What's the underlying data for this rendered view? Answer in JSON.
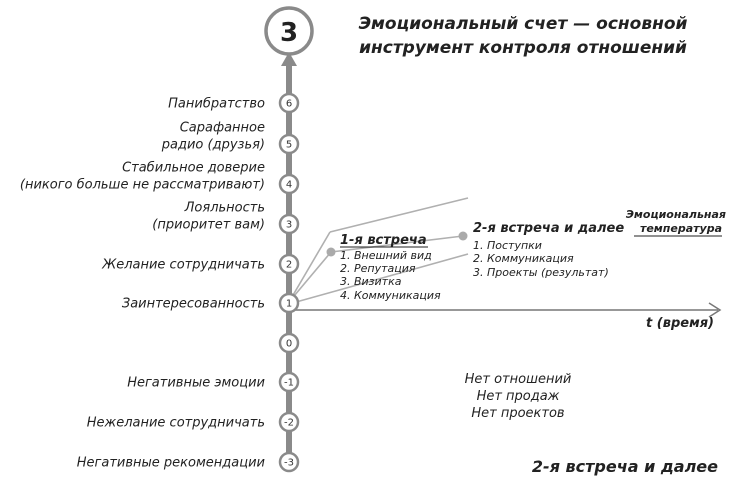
{
  "chapter_number": "3",
  "title": {
    "line1": "Эмоциональный счет — основной",
    "line2": "инструмент контроля отношений"
  },
  "scale": [
    {
      "value": "6",
      "label": [
        "Панибратство"
      ]
    },
    {
      "value": "5",
      "label": [
        "Сарафанное",
        "радио (друзья)"
      ]
    },
    {
      "value": "4",
      "label": [
        "Стабильное доверие",
        "(никого больше не рассматривают)"
      ]
    },
    {
      "value": "3",
      "label": [
        "Лояльность",
        "(приоритет вам)"
      ]
    },
    {
      "value": "2",
      "label": [
        "Желание сотрудничать"
      ]
    },
    {
      "value": "1",
      "label": [
        "Заинтересованность"
      ]
    },
    {
      "value": "0",
      "label": []
    },
    {
      "value": "-1",
      "label": [
        "Негативные эмоции"
      ]
    },
    {
      "value": "-2",
      "label": [
        "Нежелание сотрудничать"
      ]
    },
    {
      "value": "-3",
      "label": [
        "Негативные рекомендации"
      ]
    }
  ],
  "first_meeting": {
    "title": "1-я встреча",
    "items": [
      "1. Внешний вид",
      "2. Репутация",
      "3. Визитка",
      "4. Коммуникация"
    ]
  },
  "second_meeting": {
    "title": "2-я встреча и далее",
    "items": [
      "1. Поступки",
      "2. Коммуникация",
      "3. Проекты (результат)"
    ]
  },
  "emotional_temperature": [
    "Эмоциональная",
    "температура"
  ],
  "time_axis_label": "t (время)",
  "no_relations": [
    "Нет отношений",
    "Нет продаж",
    "Нет проектов"
  ],
  "footer_label": "2-я встреча и далее"
}
